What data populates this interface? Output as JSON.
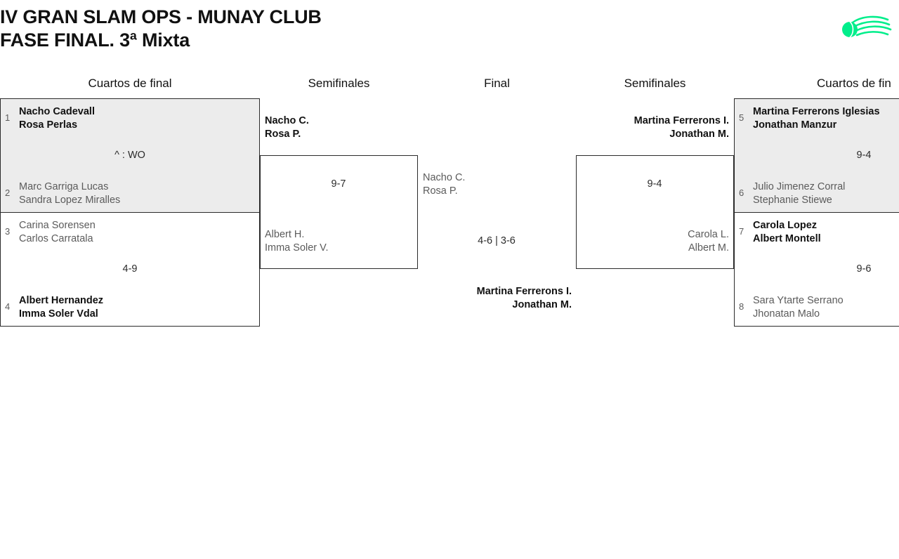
{
  "header": {
    "title": "IV GRAN SLAM OPS - MUNAY CLUB\nFASE FINAL. 3ª Mixta",
    "logo_name": "munay-club-logo",
    "logo_color": "#00EE8B"
  },
  "rounds": {
    "left_quarters": "Cuartos de final",
    "left_semis": "Semifinales",
    "final": "Final",
    "right_semis": "Semifinales",
    "right_quarters": "Cuartos de fin"
  },
  "matches": {
    "qf1": {
      "top": {
        "seed": "1",
        "player1": "Nacho Cadevall",
        "player2": "Rosa Perlas",
        "result": "winner"
      },
      "bottom": {
        "seed": "2",
        "player1": "Marc Garriga Lucas",
        "player2": "Sandra Lopez Miralles",
        "result": "loser"
      },
      "score": "^ : WO"
    },
    "qf2": {
      "top": {
        "seed": "3",
        "player1": "Carina Sorensen",
        "player2": "Carlos Carratala",
        "result": "loser"
      },
      "bottom": {
        "seed": "4",
        "player1": "Albert Hernandez",
        "player2": "Imma Soler Vdal",
        "result": "winner"
      },
      "score": "4-9"
    },
    "sf_left": {
      "top": {
        "player1": "Nacho C.",
        "player2": "Rosa P.",
        "result": "winner"
      },
      "bottom": {
        "player1": "Albert H.",
        "player2": "Imma Soler V.",
        "result": "loser"
      },
      "score": "9-7"
    },
    "final": {
      "top": {
        "player1": "Nacho C.",
        "player2": "Rosa P.",
        "result": "loser"
      },
      "bottom": {
        "player1": "Martina Ferrerons I.",
        "player2": "Jonathan M.",
        "result": "winner"
      },
      "score": "4-6 | 3-6"
    },
    "sf_right": {
      "top": {
        "player1": "Martina Ferrerons I.",
        "player2": "Jonathan M.",
        "result": "winner"
      },
      "bottom": {
        "player1": "Carola L.",
        "player2": "Albert M.",
        "result": "loser"
      },
      "score": "9-4"
    },
    "qf3": {
      "top": {
        "seed": "5",
        "player1": "Martina Ferrerons Iglesias",
        "player2": "Jonathan Manzur",
        "result": "winner"
      },
      "bottom": {
        "seed": "6",
        "player1": "Julio Jimenez Corral",
        "player2": "Stephanie Stiewe",
        "result": "loser"
      },
      "score": "9-4"
    },
    "qf4": {
      "top": {
        "seed": "7",
        "player1": "Carola Lopez",
        "player2": "Albert Montell",
        "result": "winner"
      },
      "bottom": {
        "seed": "8",
        "player1": "Sara Ytarte Serrano",
        "player2": "Jhonatan Malo",
        "result": "loser"
      },
      "score": "9-6"
    }
  }
}
